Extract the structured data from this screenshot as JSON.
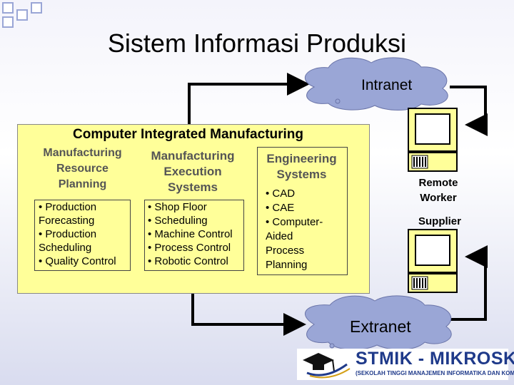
{
  "title": "Sistem Informasi Produksi",
  "intranet_label": "Intranet",
  "extranet_label": "Extranet",
  "cim": {
    "title": "Computer Integrated Manufacturing",
    "columns": [
      {
        "heading": [
          "Manufacturing",
          "Resource",
          "Planning"
        ],
        "bullets": [
          "• Production",
          "Forecasting",
          "• Production",
          "Scheduling",
          "• Quality Control"
        ]
      },
      {
        "heading": [
          "Manufacturing",
          "Execution",
          "Systems"
        ],
        "bullets": [
          "• Shop Floor",
          "• Scheduling",
          "• Machine Control",
          "• Process Control",
          "• Robotic Control"
        ]
      },
      {
        "heading": [
          "Engineering",
          "Systems"
        ],
        "bullets": [
          "• CAD",
          "• CAE",
          "• Computer-",
          "Aided",
          "Process",
          "Planning"
        ]
      }
    ]
  },
  "remote_worker": [
    "Remote",
    "Worker"
  ],
  "supplier": "Supplier",
  "logo": {
    "name": "STMIK - MIKROSKIL",
    "subtitle": "(SEKOLAH TINGGI MANAJEMEN INFORMATIKA DAN KOMPUTER)"
  },
  "colors": {
    "cim_fill": "#ffff99",
    "cloud_fill": "#9aa6d6",
    "computer_fill": "#ffff99",
    "logo_blue": "#1f3a8a",
    "arrow": "#000000"
  },
  "icons": [
    "computer-icon",
    "graduation-cap-icon",
    "corner-squares-icon"
  ]
}
